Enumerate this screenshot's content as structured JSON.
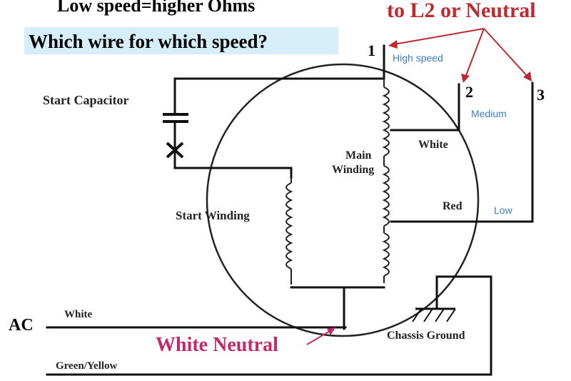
{
  "header": {
    "top_text": "Low speed=higher Ohms",
    "question": "Which wire for which speed?",
    "question_bg": "#d6eefa",
    "callout": "to L2 or Neutral"
  },
  "terminals": {
    "t1": "1",
    "t2": "2",
    "t3": "3"
  },
  "speeds": {
    "high": "High speed",
    "medium": "Medium",
    "low": "Low"
  },
  "components": {
    "start_capacitor": "Start Capacitor",
    "main_winding_line1": "Main",
    "main_winding_line2": "Winding",
    "start_winding": "Start Winding",
    "chassis_ground": "Chassis Ground"
  },
  "wires": {
    "white_tap": "White",
    "red_tap": "Red",
    "ac_label": "AC",
    "ac_white": "White",
    "green_yellow": "Green/Yellow",
    "white_neutral": "White Neutral"
  },
  "colors": {
    "callout_red": "#c0282d",
    "neutral_magenta": "#c42a6a",
    "speed_blue": "#3b7fc4"
  }
}
